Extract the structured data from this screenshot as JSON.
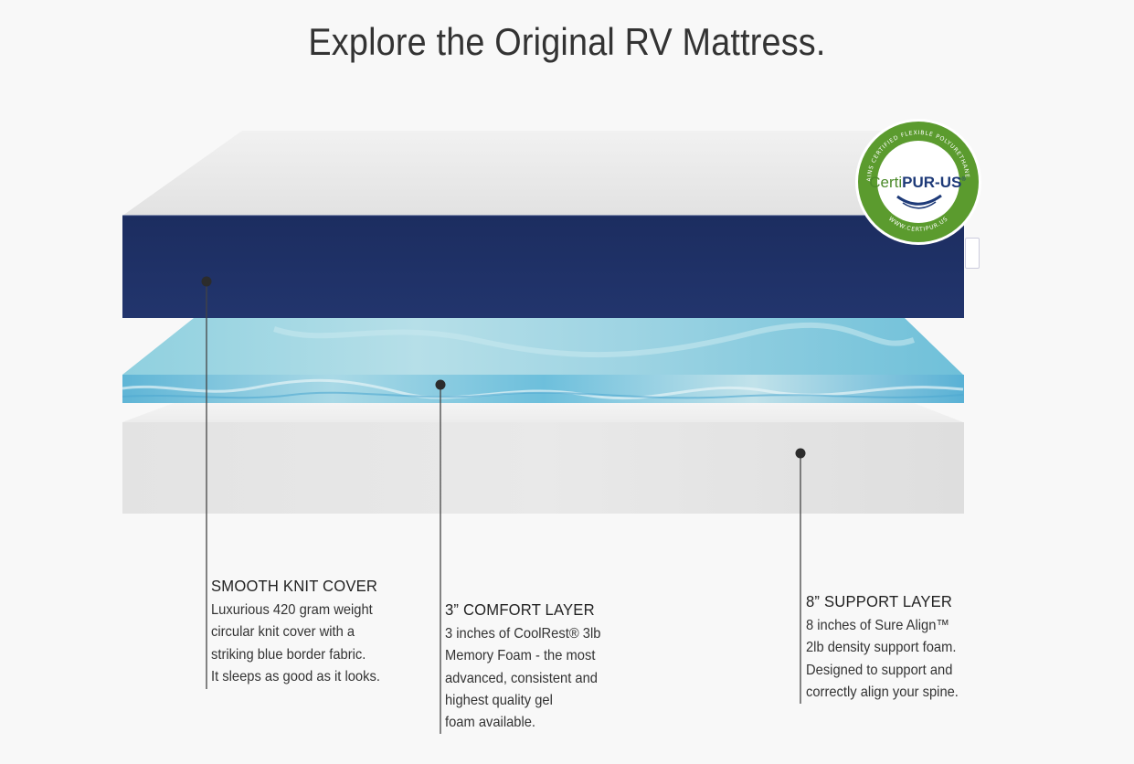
{
  "page": {
    "title": "Explore the Original RV Mattress."
  },
  "badge": {
    "brand_prefix": "Certi",
    "brand_suffix": "PUR-US",
    "registered_mark": "®",
    "arc_top": "CONTAINS CERTIFIED FLEXIBLE POLYURETHANE FOAM",
    "arc_bottom": "WWW.CERTIPUR.US"
  },
  "layers": [
    {
      "heading": "SMOOTH KNIT COVER",
      "lines": [
        "Luxurious 420 gram weight",
        "circular knit cover with a",
        "striking blue border fabric.",
        "It sleeps as good as it looks."
      ]
    },
    {
      "heading": "3” COMFORT LAYER",
      "lines": [
        "3 inches of CoolRest® 3lb",
        "Memory Foam - the most",
        "advanced, consistent and",
        "highest quality gel",
        "foam available."
      ]
    },
    {
      "heading": "8” SUPPORT LAYER",
      "lines": [
        "8 inches of Sure Align™",
        "2lb density support foam.",
        "Designed to support and",
        "correctly align your spine."
      ]
    }
  ],
  "colors": {
    "cover_blue": "#1d2f63",
    "gel_blue": "#7fc5da",
    "badge_green": "#5b9b2e",
    "text": "#333333"
  }
}
